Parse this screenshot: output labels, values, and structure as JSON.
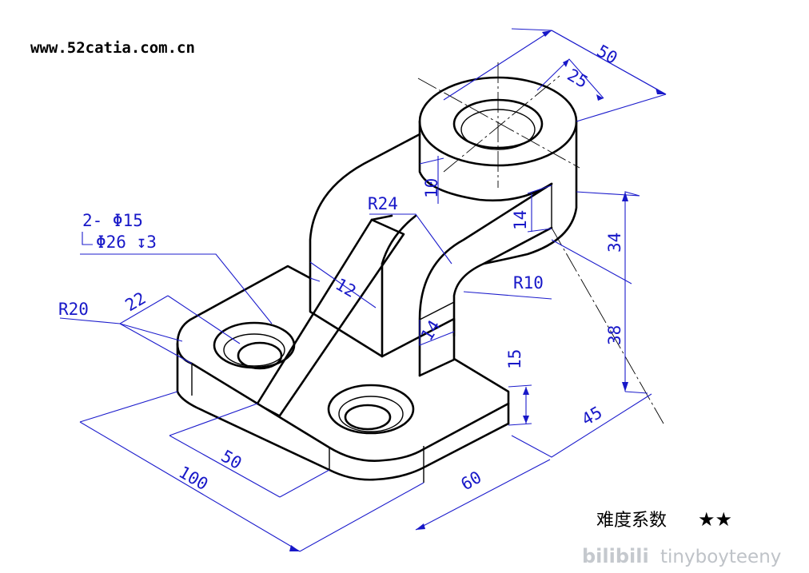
{
  "website": "www.52catia.com.cn",
  "difficulty": {
    "label": "难度系数",
    "stars": "★★"
  },
  "watermark": {
    "logo": "bilibili",
    "user": "tinyboyteeny"
  },
  "hole_callout": {
    "line1": "2- Φ15",
    "line2": "Φ26 ↧3"
  },
  "dims": {
    "d50_top": "50",
    "d25": "25",
    "d10": "10",
    "d14_slot": "14",
    "d34": "34",
    "d38": "38",
    "r24": "R24",
    "r10": "R10",
    "d12": "12",
    "d14_web": "14",
    "r20": "R20",
    "d22": "22",
    "d15": "15",
    "d45": "45",
    "d60": "60",
    "d50_base": "50",
    "d100": "100"
  },
  "colors": {
    "dimension": "#1818c8",
    "outline": "#000000"
  }
}
